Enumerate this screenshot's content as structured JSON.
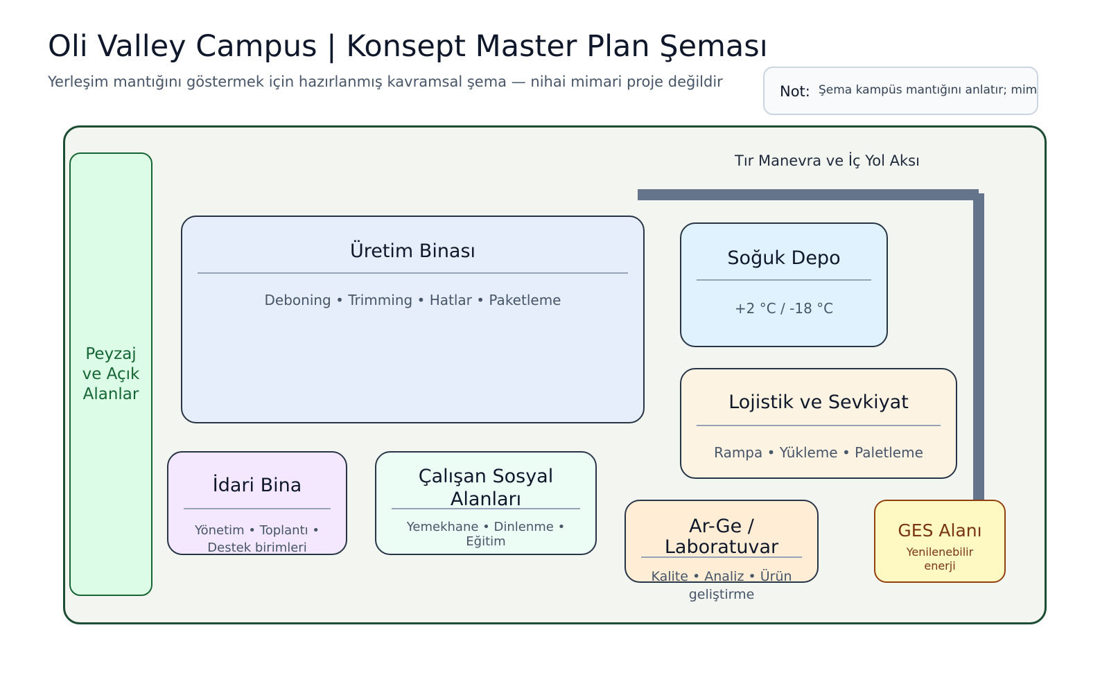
{
  "header": {
    "title": "Oli Valley Campus | Konsept Master Plan Şeması",
    "subtitle": "Yerleşim mantığını göstermek için hazırlanmış kavramsal şema — nihai mimari proje değildir"
  },
  "note": {
    "label": "Not:",
    "text": "Şema kampüs mantığını anlatır; mimari yerleşim değildir."
  },
  "road": {
    "label": "Tır Manevra ve İç Yol Aksı"
  },
  "landscape": {
    "label": "Peyzaj ve Açık Alanlar"
  },
  "zones": {
    "production": {
      "title": "Üretim Binası",
      "subtitle": "Deboning • Trimming • Hatlar • Paketleme",
      "color": "#e6eefc"
    },
    "cold_storage": {
      "title": "Soğuk Depo",
      "subtitle": "+2 °C / -18 °C",
      "color": "#e0f2fe"
    },
    "logistics": {
      "title": "Lojistik ve Sevkiyat",
      "subtitle": "Rampa • Yükleme • Paletleme",
      "color": "#fdf3e2"
    },
    "admin": {
      "title": "İdari Bina",
      "subtitle": "Yönetim • Toplantı • Destek birimleri",
      "color": "#f3e8ff"
    },
    "social": {
      "title": "Çalışan Sosyal Alanları",
      "subtitle": "Yemekhane • Dinlenme • Eğitim",
      "color": "#ecfdf5"
    },
    "rnd": {
      "title": "Ar-Ge / Laboratuvar",
      "subtitle": "Kalite • Analiz • Ürün geliştirme",
      "color": "#ffedd5"
    },
    "ges": {
      "title": "GES Alanı",
      "subtitle": "Yenilenebilir enerji",
      "color": "#fef9c3"
    }
  }
}
